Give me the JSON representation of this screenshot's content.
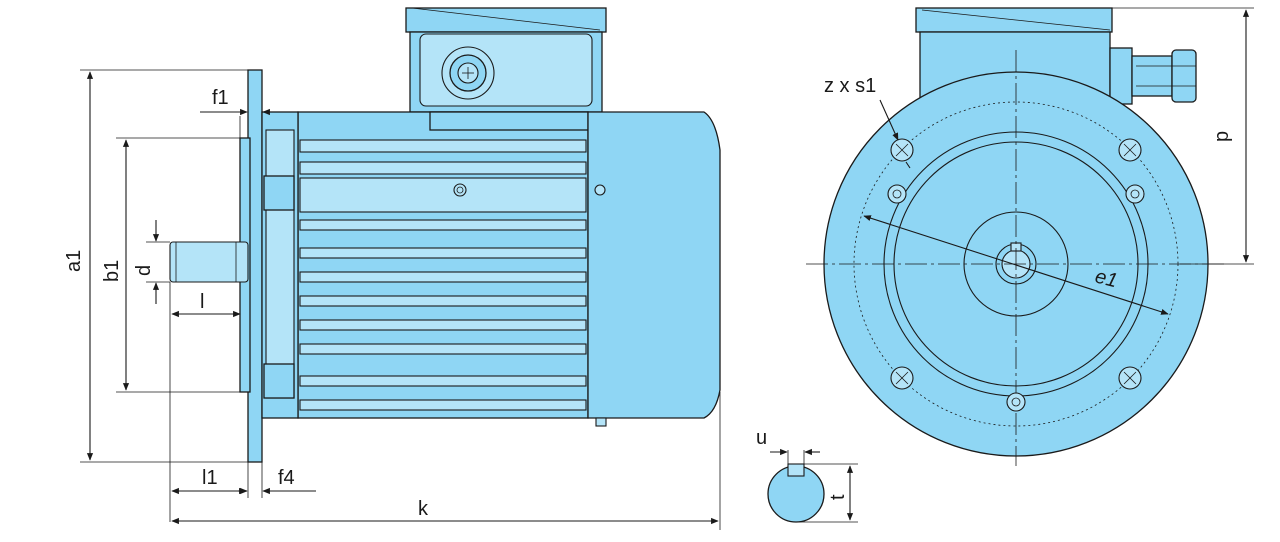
{
  "labels": {
    "a1": "a1",
    "b1": "b1",
    "d": "d",
    "l": "l",
    "f1": "f1",
    "l1": "l1",
    "f4": "f4",
    "k": "k",
    "u": "u",
    "t": "t",
    "p": "p",
    "zxs1": "z x s1",
    "e1": "e1"
  },
  "colors": {
    "motor_body": "#8fd6f4",
    "motor_highlight": "#b4e4f8",
    "line": "#1a1a1a"
  }
}
